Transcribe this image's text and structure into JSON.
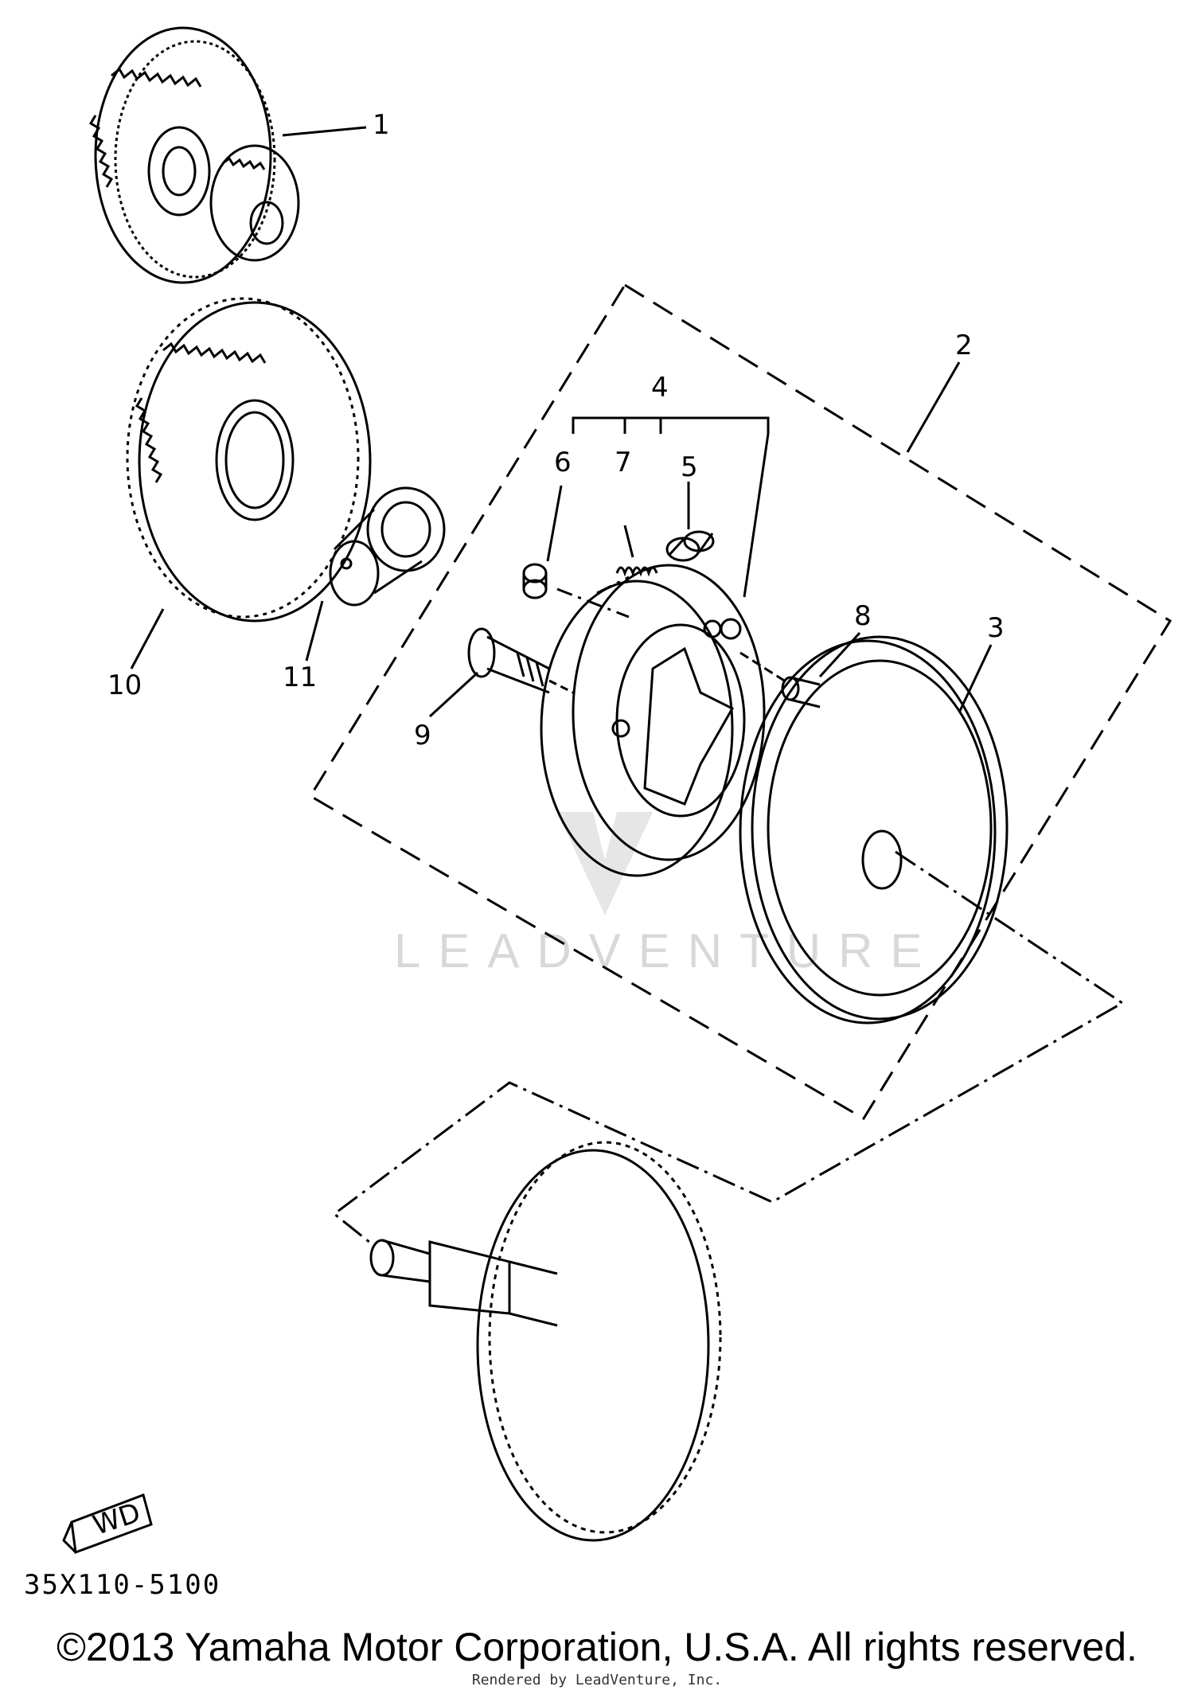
{
  "diagram": {
    "callouts": {
      "c1": "1",
      "c2": "2",
      "c3": "3",
      "c4": "4",
      "c5": "5",
      "c6": "6",
      "c7": "7",
      "c8": "8",
      "c9": "9",
      "c10": "10",
      "c11": "11"
    },
    "fwd_label": "WD",
    "diagram_code": "35X110-5100",
    "watermark": "LEADVENTURE"
  },
  "footer": {
    "copyright": "©2013 Yamaha Motor Corporation, U.S.A. All rights reserved.",
    "rendered_by": "Rendered by LeadVenture, Inc."
  }
}
